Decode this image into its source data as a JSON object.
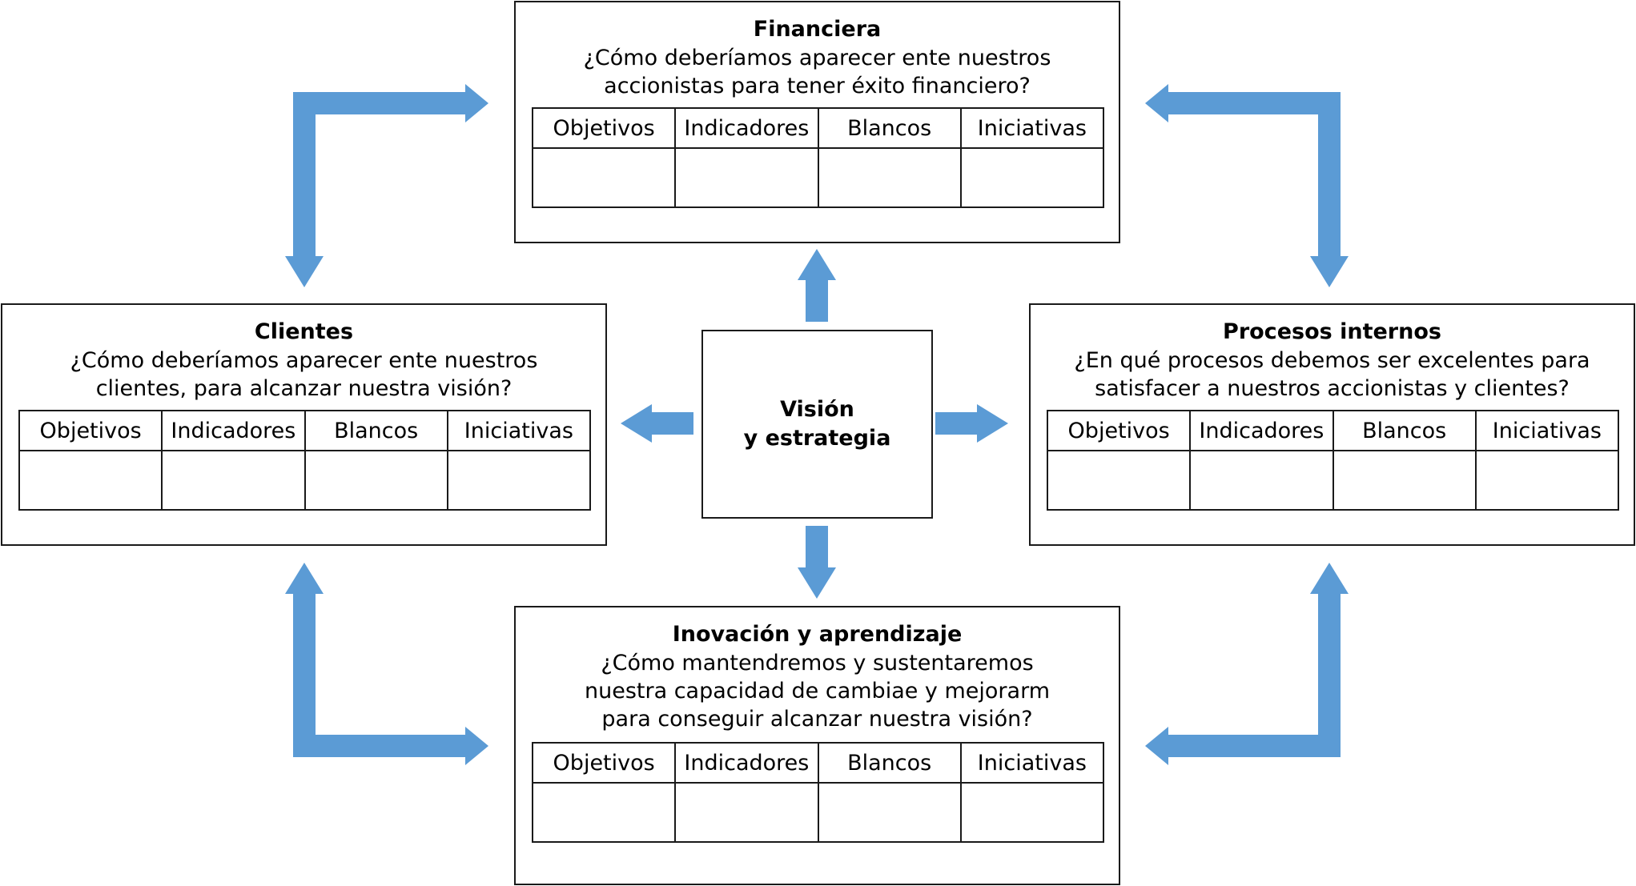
{
  "colors": {
    "arrow": "#5b9bd5",
    "border": "#1a1a1a"
  },
  "center": {
    "line1": "Visión",
    "line2": "y estrategia"
  },
  "perspectives": {
    "financiera": {
      "title": "Financiera",
      "question": [
        "¿Cómo deberíamos aparecer ente nuestros",
        "accionistas para tener éxito financiero?"
      ],
      "columns": [
        "Objetivos",
        "Indicadores",
        "Blancos",
        "Iniciativas"
      ]
    },
    "clientes": {
      "title": "Clientes",
      "question": [
        "¿Cómo deberíamos aparecer ente nuestros",
        "clientes, para alcanzar nuestra visión?"
      ],
      "columns": [
        "Objetivos",
        "Indicadores",
        "Blancos",
        "Iniciativas"
      ]
    },
    "procesos": {
      "title": "Procesos internos",
      "question": [
        "¿En qué procesos debemos ser excelentes para",
        "satisfacer a nuestros accionistas y clientes?"
      ],
      "columns": [
        "Objetivos",
        "Indicadores",
        "Blancos",
        "Iniciativas"
      ]
    },
    "innovacion": {
      "title": "Inovación y aprendizaje",
      "question": [
        "¿Cómo mantendremos y sustentaremos",
        "nuestra capacidad de cambiae y mejorarm",
        "para conseguir alcanzar nuestra visión?"
      ],
      "columns": [
        "Objetivos",
        "Indicadores",
        "Blancos",
        "Iniciativas"
      ]
    }
  }
}
